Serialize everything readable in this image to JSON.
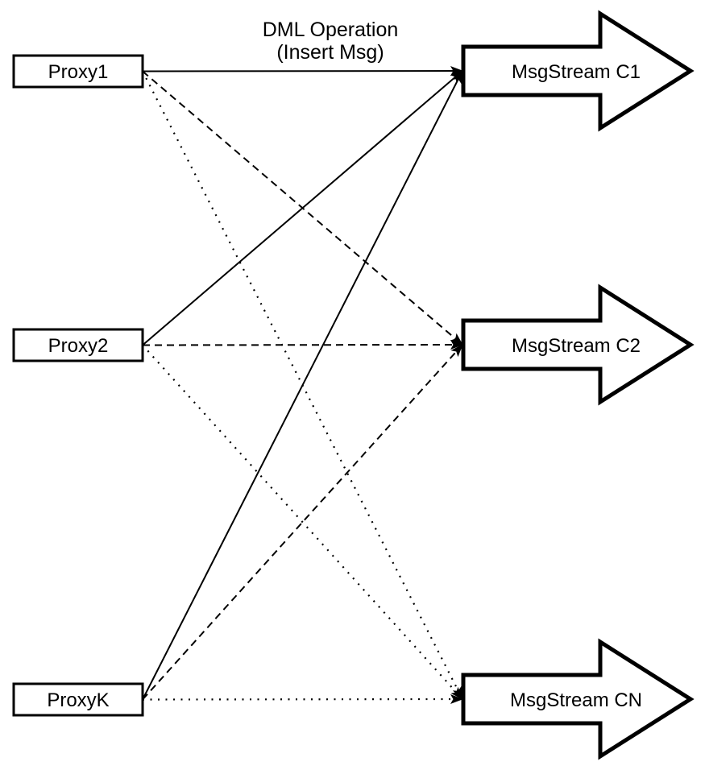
{
  "page": {
    "background": "#ffffff"
  },
  "diagram": {
    "annotation": {
      "line1": "DML Operation",
      "line2": "(Insert Msg)"
    },
    "proxies": [
      {
        "id": "proxy1",
        "label": "Proxy1"
      },
      {
        "id": "proxy2",
        "label": "Proxy2"
      },
      {
        "id": "proxyk",
        "label": "ProxyK"
      }
    ],
    "streams": [
      {
        "id": "c1",
        "label": "MsgStream C1"
      },
      {
        "id": "c2",
        "label": "MsgStream C2"
      },
      {
        "id": "cn",
        "label": "MsgStream CN"
      }
    ],
    "edges": [
      {
        "from": "proxy1",
        "to": "c1",
        "style": "solid"
      },
      {
        "from": "proxy1",
        "to": "c2",
        "style": "dashed"
      },
      {
        "from": "proxy1",
        "to": "cn",
        "style": "dotted"
      },
      {
        "from": "proxy2",
        "to": "c1",
        "style": "solid"
      },
      {
        "from": "proxy2",
        "to": "c2",
        "style": "dashed"
      },
      {
        "from": "proxy2",
        "to": "cn",
        "style": "dotted"
      },
      {
        "from": "proxyk",
        "to": "c1",
        "style": "solid"
      },
      {
        "from": "proxyk",
        "to": "c2",
        "style": "dashed"
      },
      {
        "from": "proxyk",
        "to": "cn",
        "style": "dotted"
      }
    ],
    "colors": {
      "line": "#000000",
      "shape_fill": "#ffffff",
      "text": "#000000"
    }
  }
}
